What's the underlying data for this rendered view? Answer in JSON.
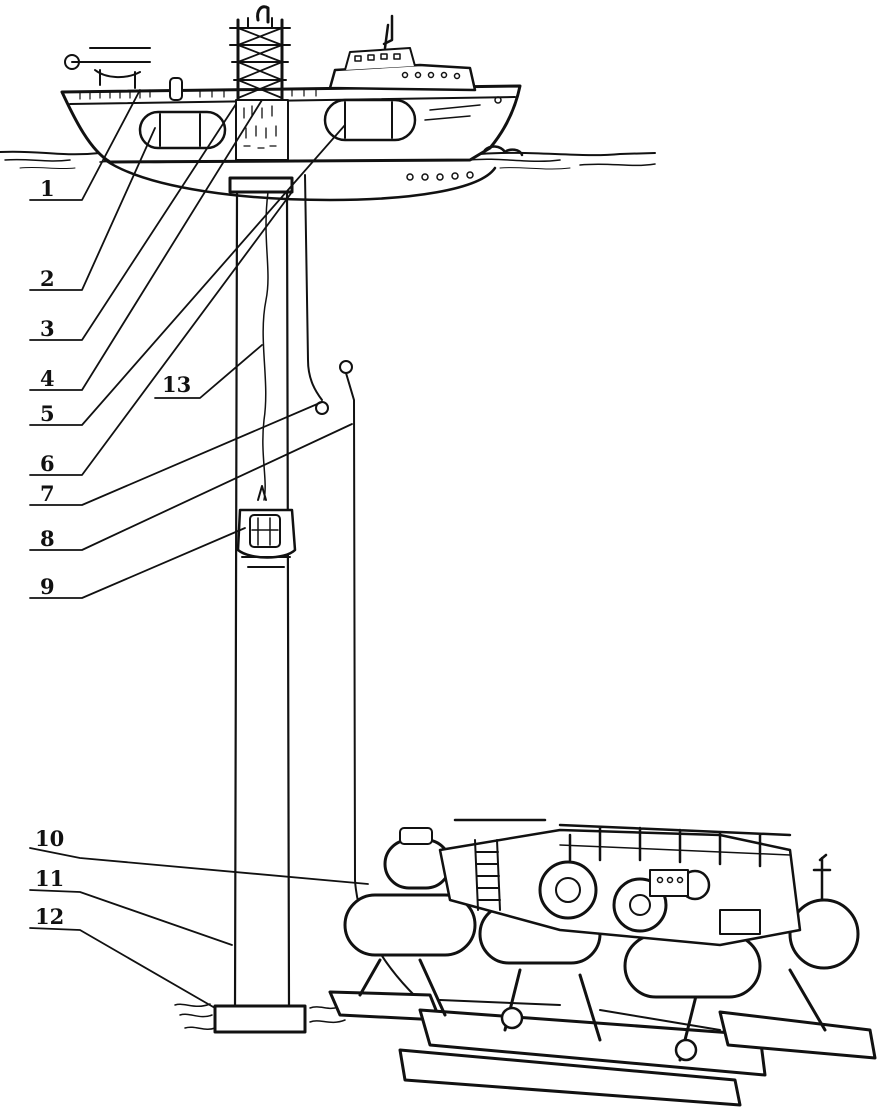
{
  "callouts": [
    {
      "id": "1",
      "text": "1"
    },
    {
      "id": "2",
      "text": "2"
    },
    {
      "id": "3",
      "text": "3"
    },
    {
      "id": "4",
      "text": "4"
    },
    {
      "id": "5",
      "text": "5"
    },
    {
      "id": "6",
      "text": "6"
    },
    {
      "id": "7",
      "text": "7"
    },
    {
      "id": "8",
      "text": "8"
    },
    {
      "id": "9",
      "text": "9"
    },
    {
      "id": "10",
      "text": "10"
    },
    {
      "id": "11",
      "text": "11"
    },
    {
      "id": "12",
      "text": "12"
    },
    {
      "id": "13",
      "text": "13"
    }
  ],
  "colors": {
    "ink": "#111111",
    "paper": "#ffffff"
  }
}
